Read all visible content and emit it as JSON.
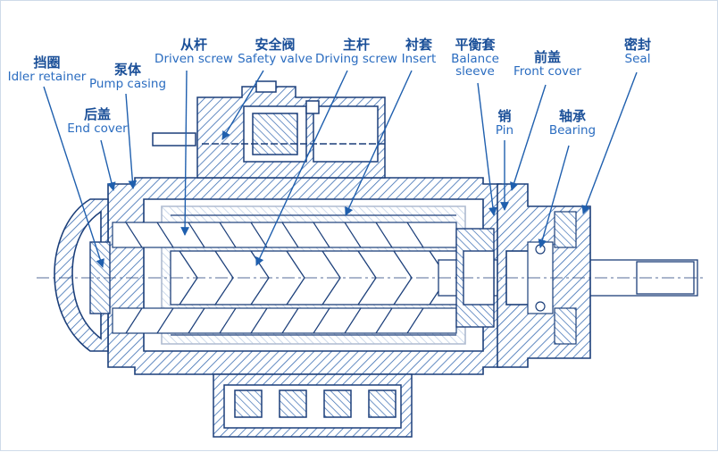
{
  "labels": {
    "idler_retainer": {
      "cn": "挡圈",
      "en": "Idler retainer"
    },
    "pump_casing": {
      "cn": "泵体",
      "en": "Pump casing"
    },
    "end_cover": {
      "cn": "后盖",
      "en": "End cover"
    },
    "driven_screw": {
      "cn": "从杆",
      "en": "Driven screw"
    },
    "safety_valve": {
      "cn": "安全阀",
      "en": "Safety valve"
    },
    "driving_screw": {
      "cn": "主杆",
      "en": "Driving screw"
    },
    "insert": {
      "cn": "衬套",
      "en": "Insert"
    },
    "balance_sleeve": {
      "cn": "平衡套",
      "en": "Balance sleeve"
    },
    "front_cover": {
      "cn": "前盖",
      "en": "Front cover"
    },
    "seal": {
      "cn": "密封",
      "en": "Seal"
    },
    "pin": {
      "cn": "销",
      "en": "Pin"
    },
    "bearing": {
      "cn": "轴承",
      "en": "Bearing"
    }
  },
  "colors": {
    "label_text": "#1d5fae",
    "outline": "#1c3f7a",
    "hatch": "#3a6db2",
    "part_fill": "#ffffff",
    "leader": "#1f5fae"
  }
}
